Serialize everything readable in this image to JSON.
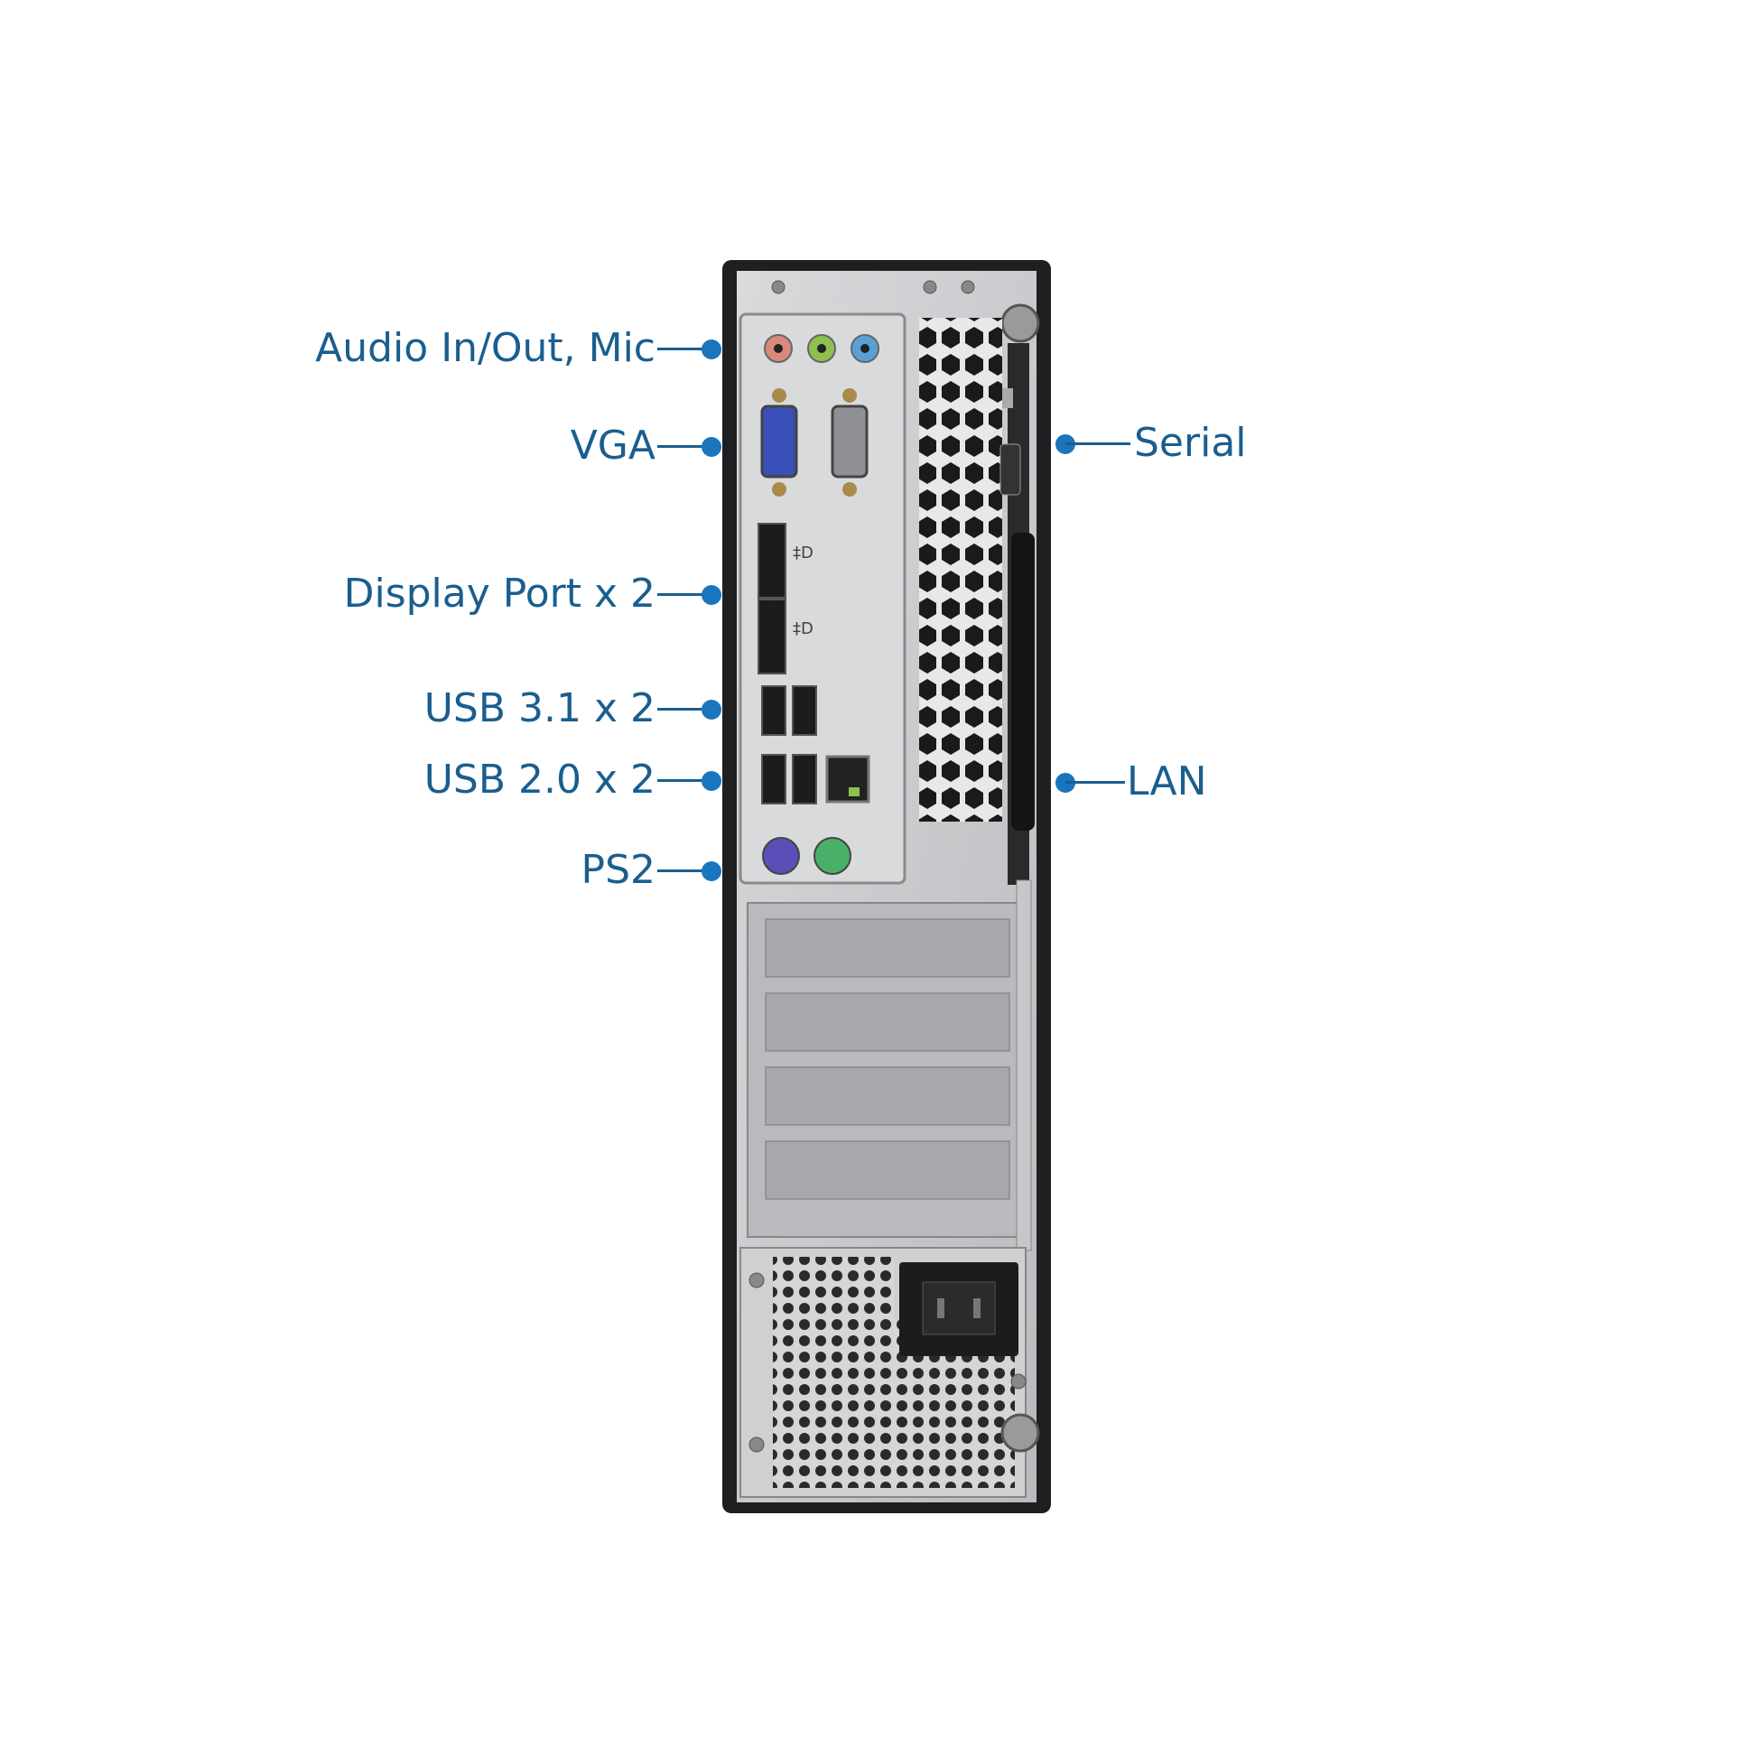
{
  "callouts_left": [
    {
      "id": "audio",
      "label": "Audio In/Out, Mic"
    },
    {
      "id": "vga",
      "label": "VGA"
    },
    {
      "id": "displayport",
      "label": "Display Port x 2"
    },
    {
      "id": "usb31",
      "label": "USB 3.1 x 2"
    },
    {
      "id": "usb20",
      "label": "USB 2.0 x 2"
    },
    {
      "id": "ps2",
      "label": "PS2"
    }
  ],
  "callouts_right": [
    {
      "id": "serial",
      "label": "Serial"
    },
    {
      "id": "lan",
      "label": "LAN"
    }
  ],
  "colors": {
    "label": "#1a5e8f",
    "dot": "#1b75bc",
    "chassis_black": "#1f1f21",
    "panel_silver": "#c9cbcd",
    "audio_pink": "#d9897a",
    "audio_green": "#8dc04d",
    "audio_blue": "#5aa0d6",
    "vga_blue": "#3a4fb8",
    "ps2_purple": "#5a4fb8",
    "ps2_green": "#49b06a"
  }
}
